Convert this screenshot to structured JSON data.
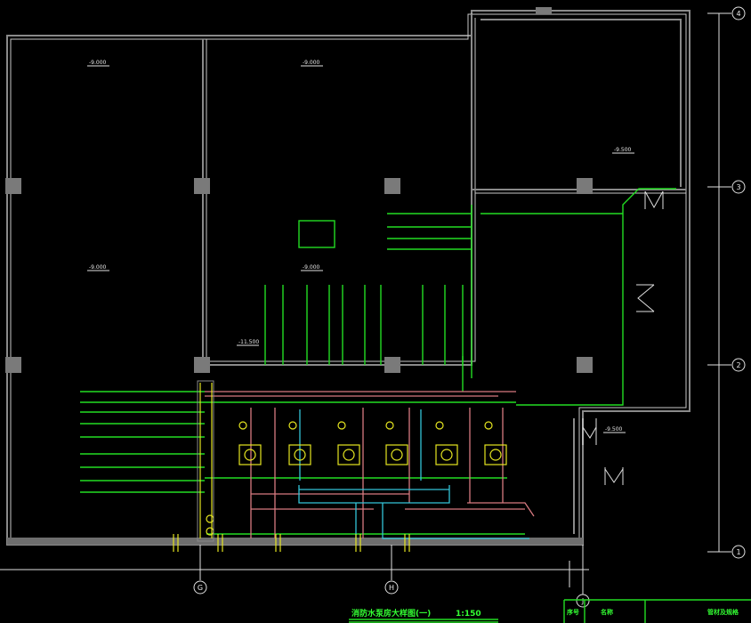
{
  "drawing": {
    "title": "消防水泵房大样图(一)",
    "scale": "1:150",
    "elevations": [
      "-9.000",
      "-9.000",
      "-9.000",
      "-9.500",
      "-11.500",
      "-9.500",
      "-9.000"
    ],
    "grid_axes_right": [
      "4",
      "3",
      "2",
      "1"
    ],
    "grid_axes_bottom": [
      "G",
      "H",
      "J"
    ],
    "title_block": {
      "headers": [
        "序号",
        "名称",
        "管材及规格"
      ]
    }
  },
  "colors": {
    "background": "#000000",
    "wall": "#8a8a8a",
    "pipe_green": "#22dd22",
    "pipe_pink": "#d87a80",
    "pipe_cyan": "#33c4d8",
    "equipment_yellow": "#e6e620"
  }
}
